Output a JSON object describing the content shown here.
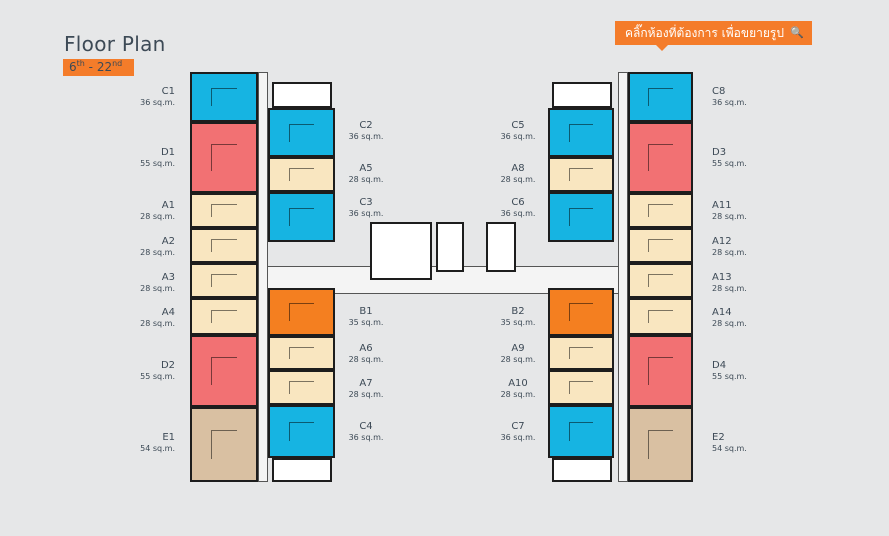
{
  "header": {
    "title": "Floor Plan",
    "floors_prefix": "6",
    "floors_sup1": "th",
    "floors_mid": " - 22",
    "floors_sup2": "nd"
  },
  "hint": {
    "text": "คลิ๊กห้องที่ต้องการ เพื่อขยายรูป",
    "icon": "search-icon"
  },
  "colors": {
    "C": "#16b4e2",
    "D": "#f27173",
    "A": "#f9e6c0",
    "B": "#f47f20",
    "E": "#d9c0a2",
    "accent": "#f47c2a"
  },
  "units": [
    {
      "name": "C1",
      "area": "36 sq.m.",
      "type": "C"
    },
    {
      "name": "D1",
      "area": "55 sq.m.",
      "type": "D"
    },
    {
      "name": "A1",
      "area": "28 sq.m.",
      "type": "A"
    },
    {
      "name": "A2",
      "area": "28 sq.m.",
      "type": "A"
    },
    {
      "name": "A3",
      "area": "28 sq.m.",
      "type": "A"
    },
    {
      "name": "A4",
      "area": "28 sq.m.",
      "type": "A"
    },
    {
      "name": "D2",
      "area": "55 sq.m.",
      "type": "D"
    },
    {
      "name": "E1",
      "area": "54 sq.m.",
      "type": "E"
    },
    {
      "name": "C2",
      "area": "36 sq.m.",
      "type": "C"
    },
    {
      "name": "A5",
      "area": "28 sq.m.",
      "type": "A"
    },
    {
      "name": "C3",
      "area": "36 sq.m.",
      "type": "C"
    },
    {
      "name": "B1",
      "area": "35 sq.m.",
      "type": "B"
    },
    {
      "name": "A6",
      "area": "28 sq.m.",
      "type": "A"
    },
    {
      "name": "A7",
      "area": "28 sq.m.",
      "type": "A"
    },
    {
      "name": "C4",
      "area": "36 sq.m.",
      "type": "C"
    },
    {
      "name": "C5",
      "area": "36 sq.m.",
      "type": "C"
    },
    {
      "name": "A8",
      "area": "28 sq.m.",
      "type": "A"
    },
    {
      "name": "C6",
      "area": "36 sq.m.",
      "type": "C"
    },
    {
      "name": "B2",
      "area": "35 sq.m.",
      "type": "B"
    },
    {
      "name": "A9",
      "area": "28 sq.m.",
      "type": "A"
    },
    {
      "name": "A10",
      "area": "28 sq.m.",
      "type": "A"
    },
    {
      "name": "C7",
      "area": "36 sq.m.",
      "type": "C"
    },
    {
      "name": "C8",
      "area": "36 sq.m.",
      "type": "C"
    },
    {
      "name": "D3",
      "area": "55 sq.m.",
      "type": "D"
    },
    {
      "name": "A11",
      "area": "28 sq.m.",
      "type": "A"
    },
    {
      "name": "A12",
      "area": "28 sq.m.",
      "type": "A"
    },
    {
      "name": "A13",
      "area": "28 sq.m.",
      "type": "A"
    },
    {
      "name": "A14",
      "area": "28 sq.m.",
      "type": "A"
    },
    {
      "name": "D4",
      "area": "55 sq.m.",
      "type": "D"
    },
    {
      "name": "E2",
      "area": "54 sq.m.",
      "type": "E"
    }
  ]
}
